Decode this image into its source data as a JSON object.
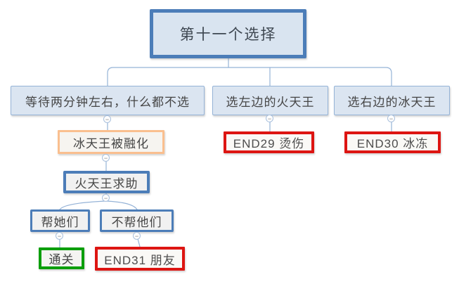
{
  "diagram": {
    "nodes": {
      "root": {
        "label": "第十一个选择"
      },
      "wait": {
        "label": "等待两分钟左右，什么都不选"
      },
      "fire_left": {
        "label": "选左边的火天王"
      },
      "ice_right": {
        "label": "选右边的冰天王"
      },
      "ice_melted": {
        "label": "冰天王被融化"
      },
      "end29": {
        "label": "END29 烫伤"
      },
      "end30": {
        "label": "END30 冰冻"
      },
      "fire_help": {
        "label": "火天王求助"
      },
      "help_them": {
        "label": "帮她们"
      },
      "not_help_them": {
        "label": "不帮他们"
      },
      "pass": {
        "label": "通关"
      },
      "end31": {
        "label": "END31 朋友"
      }
    },
    "collapse_glyph": "−",
    "colors": {
      "root_border": "#4C7DB8",
      "root_fill": "#D9E4F0",
      "branch_fill": "#DBE5F1",
      "branch_border": "#95B3D7",
      "connector": "#95B3D7",
      "orange_border": "#FABF8F",
      "green_border": "#0C9E0C",
      "red_border": "#DD1512"
    }
  }
}
